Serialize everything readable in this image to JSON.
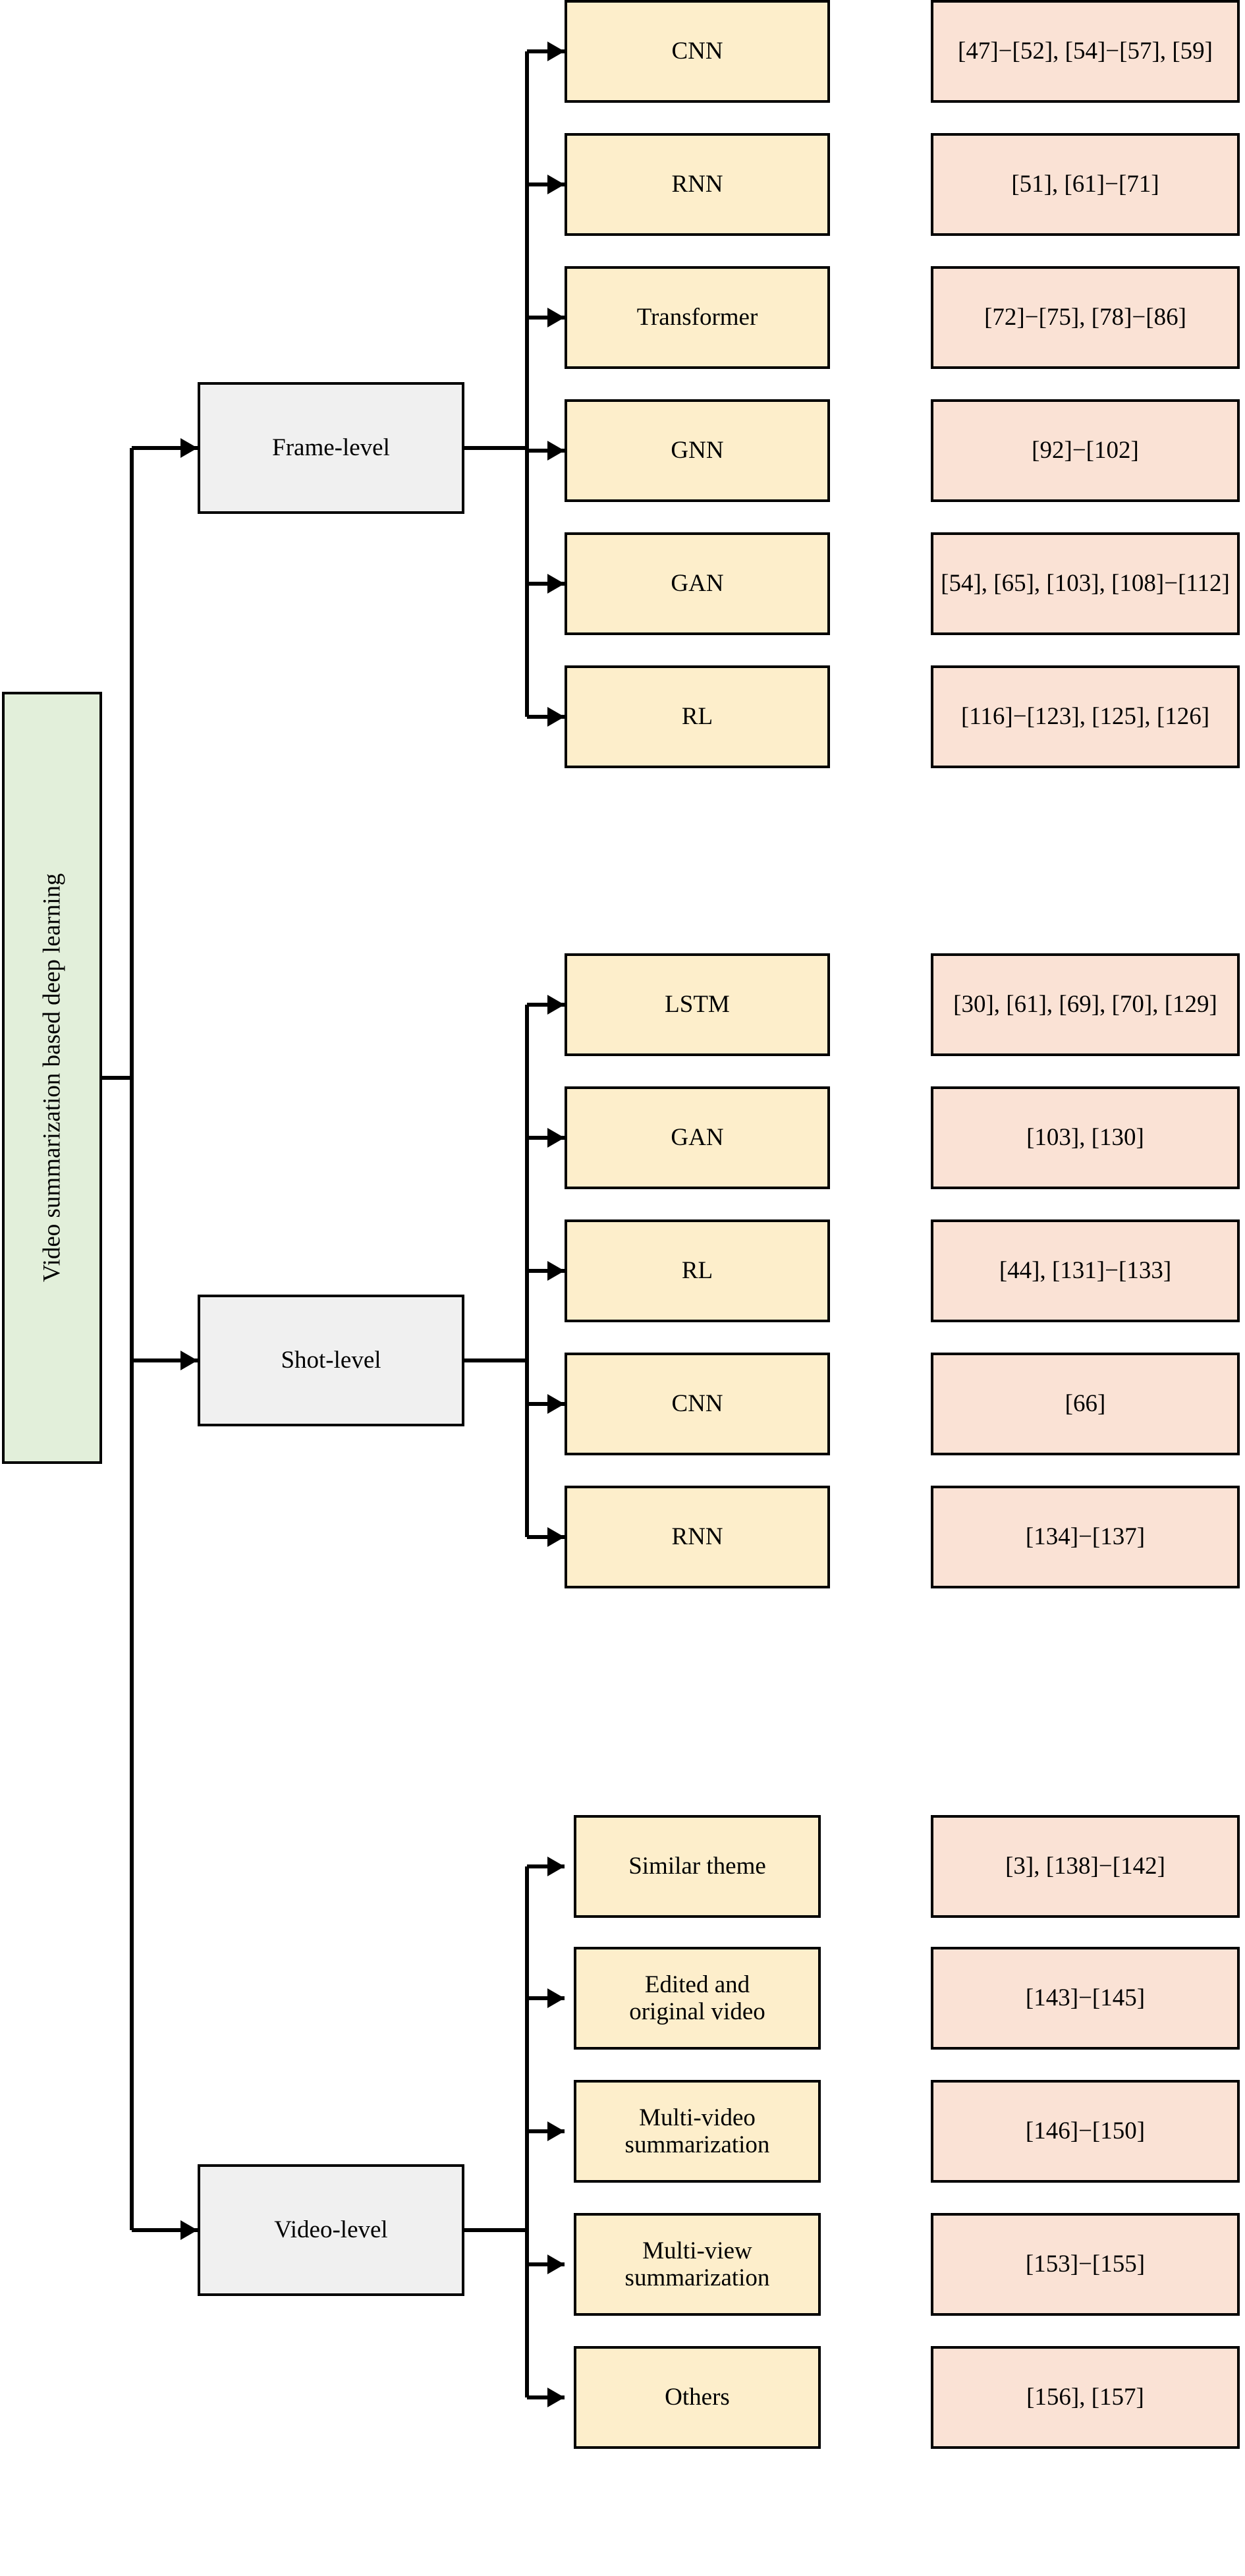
{
  "diagram": {
    "title": "Video summarization based deep learning",
    "root": {
      "label": "Video summarization based deep learning"
    },
    "colors": {
      "root_fill": "#e2efda",
      "level_fill": "#f0f0f0",
      "method_fill": "#fdeecb",
      "reference_fill": "#fae2d5",
      "stroke": "#000000"
    },
    "levels": [
      {
        "label": "Frame-level",
        "methods": [
          {
            "name": "CNN",
            "references": "[47]−[52], [54]−[57], [59]"
          },
          {
            "name": "RNN",
            "references": "[51], [61]−[71]"
          },
          {
            "name": "Transformer",
            "references": "[72]−[75], [78]−[86]"
          },
          {
            "name": "GNN",
            "references": "[92]−[102]"
          },
          {
            "name": "GAN",
            "references": "[54], [65], [103], [108]−[112]"
          },
          {
            "name": "RL",
            "references": "[116]−[123], [125], [126]"
          }
        ]
      },
      {
        "label": "Shot-level",
        "methods": [
          {
            "name": "LSTM",
            "references": "[30], [61], [69], [70], [129]"
          },
          {
            "name": "GAN",
            "references": "[103], [130]"
          },
          {
            "name": "RL",
            "references": "[44], [131]−[133]"
          },
          {
            "name": "CNN",
            "references": "[66]"
          },
          {
            "name": "RNN",
            "references": "[134]−[137]"
          }
        ]
      },
      {
        "label": "Video-level",
        "methods": [
          {
            "name": "Similar theme",
            "references": "[3], [138]−[142]"
          },
          {
            "name": "Edited and\noriginal video",
            "references": "[143]−[145]"
          },
          {
            "name": "Multi-video\nsummarization",
            "references": "[146]−[150]"
          },
          {
            "name": "Multi-view\nsummarization",
            "references": "[153]−[155]"
          },
          {
            "name": "Others",
            "references": "[156], [157]"
          }
        ]
      }
    ]
  }
}
